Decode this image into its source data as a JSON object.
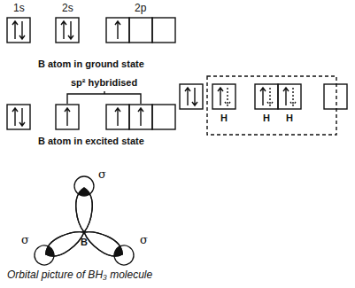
{
  "diagram": {
    "caption": "Orbital picture of BH₃ molecule",
    "labels": [
      "1s",
      "2s",
      "2p",
      "B atom in ground state",
      "sp² hybridised",
      "B atom in excited state",
      "H",
      "H",
      "H",
      "σ",
      "σ",
      "σ",
      "B"
    ]
  }
}
